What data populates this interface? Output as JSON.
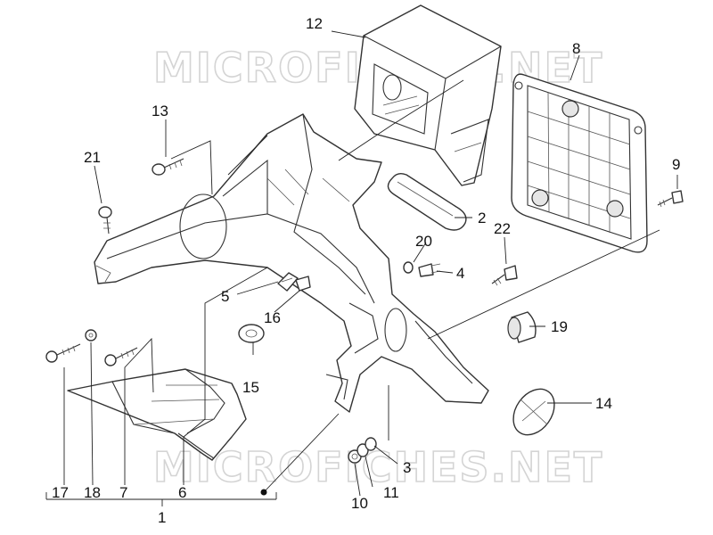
{
  "watermark": {
    "text": "MICROFICHES.NET"
  },
  "callouts": {
    "c1": "1",
    "c2": "2",
    "c3": "3",
    "c4": "4",
    "c5": "5",
    "c6": "6",
    "c7": "7",
    "c8": "8",
    "c9": "9",
    "c10": "10",
    "c11": "11",
    "c12": "12",
    "c13": "13",
    "c14": "14",
    "c15": "15",
    "c16": "16",
    "c17": "17",
    "c18": "18",
    "c19": "19",
    "c20": "20",
    "c21": "21",
    "c22": "22"
  },
  "colors": {
    "line": "#333333",
    "watermark": "#d4d4d4",
    "background": "#ffffff"
  }
}
